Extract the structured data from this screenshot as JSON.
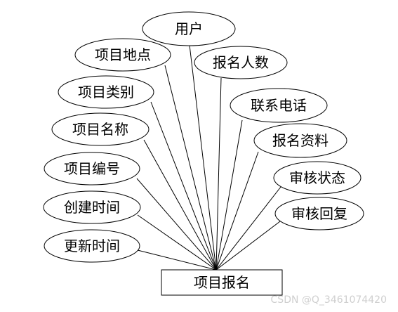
{
  "entity": {
    "label": "项目报名"
  },
  "attributes": [
    {
      "id": "user",
      "label": "用户"
    },
    {
      "id": "project-location",
      "label": "项目地点"
    },
    {
      "id": "signup-count",
      "label": "报名人数"
    },
    {
      "id": "project-category",
      "label": "项目类别"
    },
    {
      "id": "contact-phone",
      "label": "联系电话"
    },
    {
      "id": "project-name",
      "label": "项目名称"
    },
    {
      "id": "signup-materials",
      "label": "报名资料"
    },
    {
      "id": "project-number",
      "label": "项目编号"
    },
    {
      "id": "review-status",
      "label": "审核状态"
    },
    {
      "id": "create-time",
      "label": "创建时间"
    },
    {
      "id": "review-reply",
      "label": "审核回复"
    },
    {
      "id": "update-time",
      "label": "更新时间"
    }
  ],
  "watermark": {
    "text": "CSDN @Q_3461074420"
  }
}
